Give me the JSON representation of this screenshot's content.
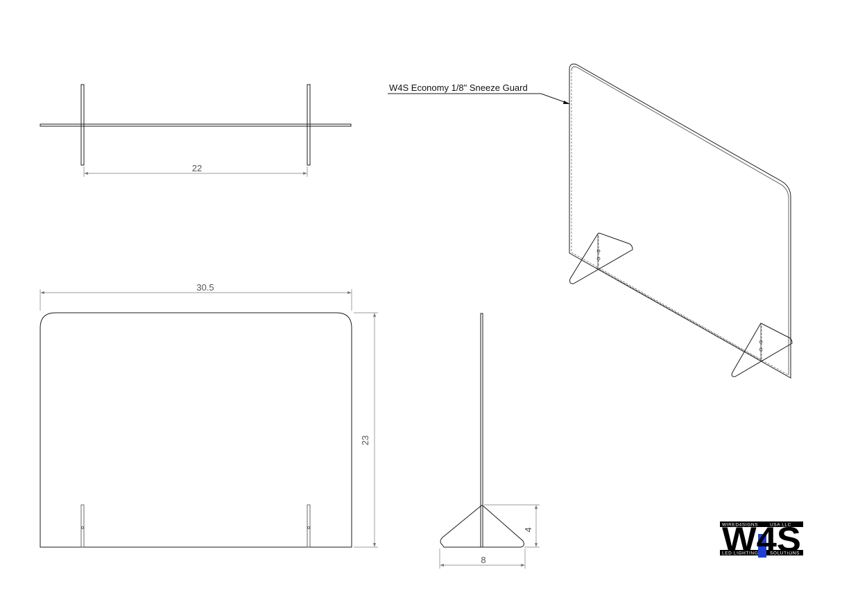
{
  "callout": {
    "label": "W4S Economy 1/8\" Sneeze Guard"
  },
  "dimensions": {
    "top_view_spacing": "22",
    "front_width": "30.5",
    "front_height": "23",
    "foot_height": "4",
    "foot_width": "8"
  },
  "logo": {
    "wordmark": "W4S",
    "tagline_top_left": "WIRED4SIGNS",
    "tagline_top_right": "USA LLC",
    "tagline_bottom_left": "LED LIGHTING",
    "tagline_bottom_right": "SOLUTIONS",
    "accent_color": "#1f3fd6"
  }
}
